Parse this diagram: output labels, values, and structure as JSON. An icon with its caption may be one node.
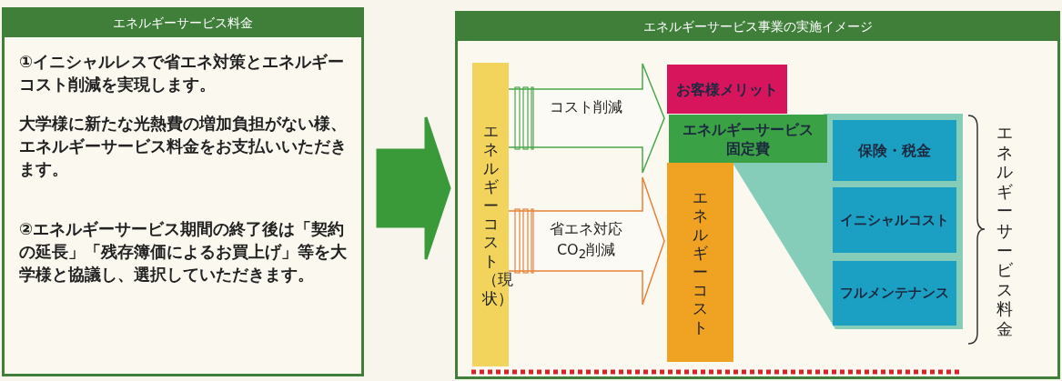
{
  "diagram": {
    "nodes": [
      {
        "text": [
          "エネルギーサービス料金",
          "①イニシャルレスで省エネ対策とエネルギーコスト削減を実現します。",
          "大学様に新たな光熱費の増加負担がない様、エネルギーサービス料金をお支払いいただきます。",
          "②エネルギーサービス期間の終了後は「契約の延長」「残存簿価によるお買上げ」等を大学様と協議し、選択していただきます。"
        ]
      },
      {
        "text": [
          "エネルギーサービス事業の実施イメージ"
        ]
      },
      {
        "text": [
          "エネルギーコスト（現状）"
        ],
        "in": 1
      },
      {
        "text": [
          "お客様メリット"
        ],
        "in": 1
      },
      {
        "text": [
          "エネルギーサービス固定費"
        ],
        "in": 1
      },
      {
        "text": [
          "エネルギーコスト"
        ],
        "in": 1
      },
      {
        "text": [
          "保険・税金"
        ],
        "in": 1
      },
      {
        "text": [
          "イニシャルコスト"
        ],
        "in": 1
      },
      {
        "text": [
          "フルメンテナンス"
        ],
        "in": 1
      }
    ],
    "edges": [
      {
        "from": 0,
        "to": 1,
        "arrow": "to",
        "style": "thick",
        "color": "#3a9a3a"
      },
      {
        "from": 2,
        "to": 3,
        "arrow": "to",
        "label": "コスト削減",
        "color": "#4aa84a"
      },
      {
        "from": 2,
        "to": 5,
        "arrow": "to",
        "label": "省エネ対応CO$_{2}$削減",
        "color": "#e8823a"
      }
    ],
    "labels": [
      "エネルギーサービス料金"
    ]
  }
}
